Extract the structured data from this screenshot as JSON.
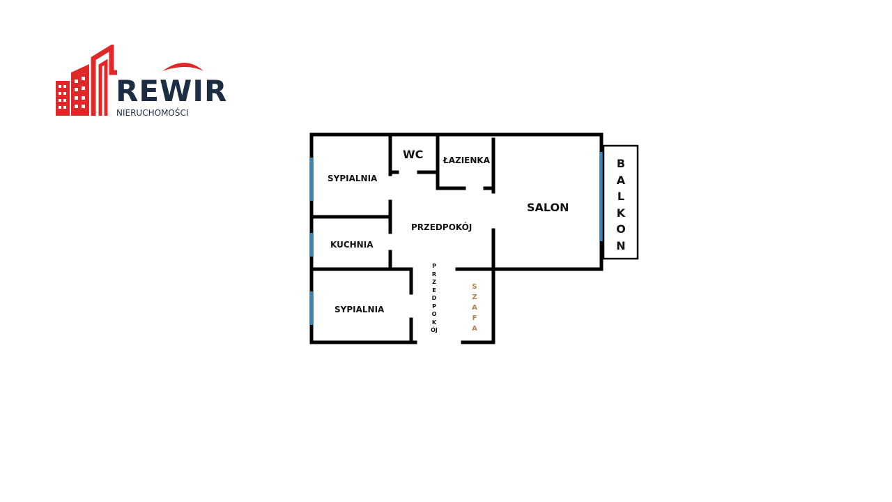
{
  "logo": {
    "wordmark": "REWIR",
    "tagline": "NIERUCHOMOŚCI",
    "colors": {
      "red": "#e02828",
      "navy": "#1c2d44"
    }
  },
  "floorplan": {
    "rooms": {
      "sypialnia_top": "SYPIALNIA",
      "wc": "WC",
      "lazienka": "ŁAZIENKA",
      "salon": "SALON",
      "przedpokoj": "PRZEDPOKÓJ",
      "kuchnia": "KUCHNIA",
      "sypialnia_bottom": "SYPIALNIA",
      "przedpokoj_vertical": "PRZEDPOKÓJ",
      "szafa": "SZAFA",
      "balkon": "BALKON"
    },
    "colors": {
      "wall": "#000000",
      "window": "#2f86c2",
      "szafa_text": "#b48250"
    }
  }
}
